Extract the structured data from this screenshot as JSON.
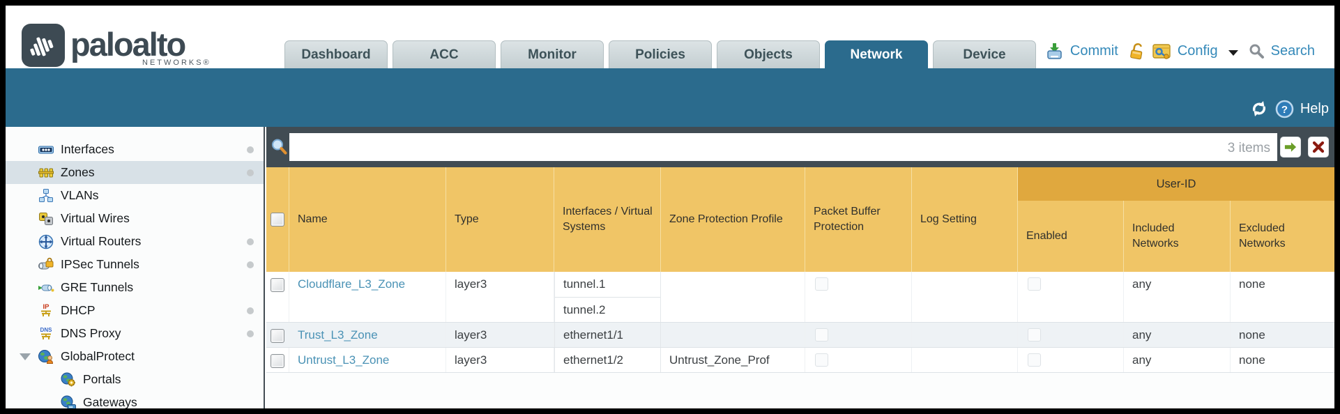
{
  "brand": {
    "name": "paloalto",
    "subname": "NETWORKS®"
  },
  "nav": {
    "tabs": [
      "Dashboard",
      "ACC",
      "Monitor",
      "Policies",
      "Objects",
      "Network",
      "Device"
    ],
    "active_tab": "Network",
    "commit_label": "Commit",
    "config_label": "Config",
    "search_label": "Search"
  },
  "toolbar": {
    "help_label": "Help"
  },
  "sidebar": {
    "items": [
      {
        "label": "Interfaces",
        "has_dot": true
      },
      {
        "label": "Zones",
        "has_dot": true,
        "selected": true
      },
      {
        "label": "VLANs",
        "has_dot": false
      },
      {
        "label": "Virtual Wires",
        "has_dot": false
      },
      {
        "label": "Virtual Routers",
        "has_dot": true
      },
      {
        "label": "IPSec Tunnels",
        "has_dot": true
      },
      {
        "label": "GRE Tunnels",
        "has_dot": false
      },
      {
        "label": "DHCP",
        "has_dot": true
      },
      {
        "label": "DNS Proxy",
        "has_dot": true
      },
      {
        "label": "GlobalProtect",
        "has_dot": false,
        "expanded": true
      },
      {
        "label": "Portals",
        "has_dot": false,
        "indent": true
      },
      {
        "label": "Gateways",
        "has_dot": false,
        "indent": true
      }
    ]
  },
  "filter": {
    "value": "",
    "count": "3 items"
  },
  "table": {
    "group_header": "User-ID",
    "columns": [
      "Name",
      "Type",
      "Interfaces / Virtual Systems",
      "Zone Protection Profile",
      "Packet Buffer Protection",
      "Log Setting",
      "Enabled",
      "Included Networks",
      "Excluded Networks"
    ],
    "rows": [
      {
        "name": "Cloudflare_L3_Zone",
        "type": "layer3",
        "interfaces": [
          "tunnel.1",
          "tunnel.2"
        ],
        "zone_protection_profile": "",
        "packet_buffer_protection": false,
        "log_setting": "",
        "enabled": false,
        "included_networks": "any",
        "excluded_networks": "none"
      },
      {
        "name": "Trust_L3_Zone",
        "type": "layer3",
        "interfaces": [
          "ethernet1/1"
        ],
        "zone_protection_profile": "",
        "packet_buffer_protection": false,
        "log_setting": "",
        "enabled": false,
        "included_networks": "any",
        "excluded_networks": "none"
      },
      {
        "name": "Untrust_L3_Zone",
        "type": "layer3",
        "interfaces": [
          "ethernet1/2"
        ],
        "zone_protection_profile": "Untrust_Zone_Prof",
        "packet_buffer_protection": false,
        "log_setting": "",
        "enabled": false,
        "included_networks": "any",
        "excluded_networks": "none"
      }
    ]
  },
  "colors": {
    "teal": "#2b6b8d",
    "header_orange": "#f0c566",
    "header_orange_dark": "#e0a83e",
    "dark_band": "#414c53",
    "link_blue": "#4a92b5",
    "alt_row": "#eef2f5"
  }
}
